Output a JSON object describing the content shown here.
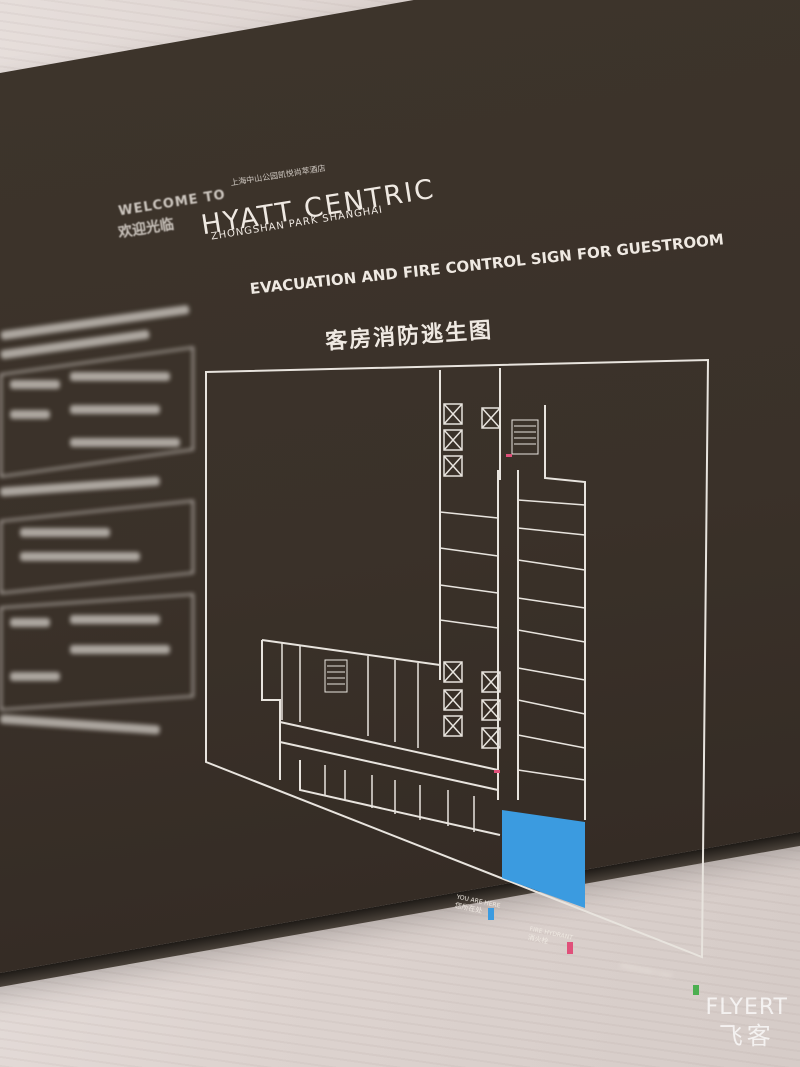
{
  "sign": {
    "welcome_en": "WELCOME TO",
    "welcome_zh": "欢迎光临",
    "hotel_zh": "上海中山公园凯悦尚萃酒店",
    "brand": "HYATT CENTRIC",
    "brand_sub": "ZHONGSHAN PARK SHANGHAI",
    "title_en": "EVACUATION AND FIRE CONTROL SIGN FOR GUESTROOM",
    "title_zh": "客房消防逃生图"
  },
  "legend": {
    "you_are_here_en": "YOU ARE HERE",
    "you_are_here_zh": "您所在处",
    "you_are_here_color": "#3b9be0",
    "fire_hydrant_en": "FIRE HYDRANT",
    "fire_hydrant_zh": "消火栓",
    "fire_hydrant_color": "#e0507a",
    "emergency_en": "EMERGENCY EXIT"
  },
  "watermark": {
    "en": "FLYERT",
    "zh": "飞客"
  },
  "colors": {
    "plaque": "#3a3129",
    "lines": "#e8e4de",
    "wall": "#ddd3cf"
  }
}
